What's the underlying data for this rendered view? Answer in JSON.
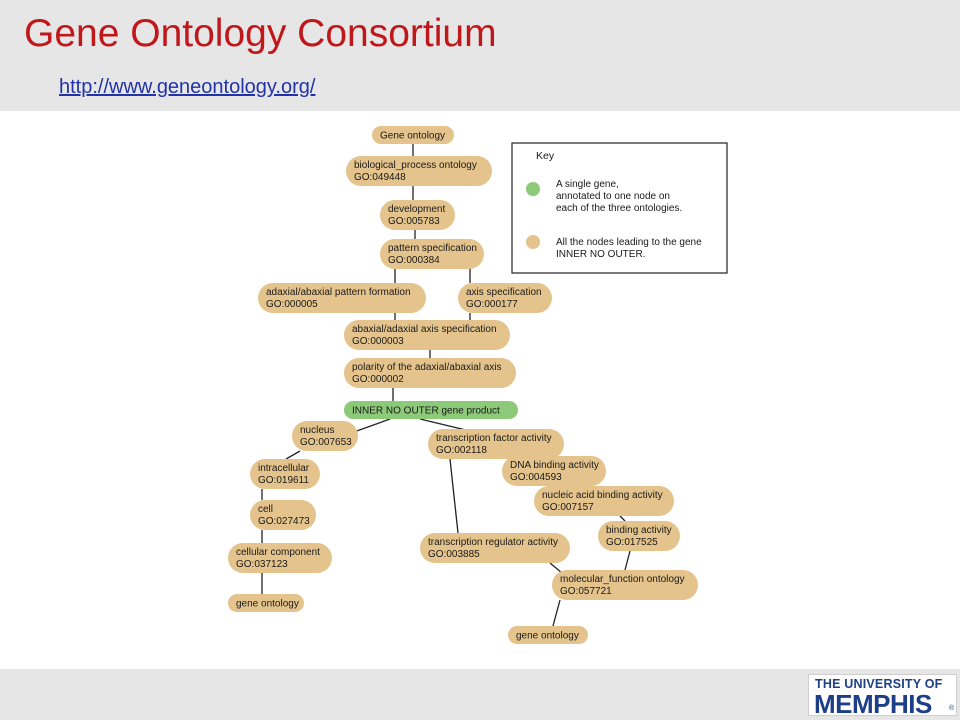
{
  "header": {
    "title": "Gene Ontology Consortium",
    "url": "http://www.geneontology.org/"
  },
  "diagram": {
    "key": {
      "title": "Key",
      "gene_desc": [
        "A single gene,",
        "annotated to one node on",
        "each of the three ontologies."
      ],
      "ancestor_desc": [
        "All the nodes leading to the gene",
        "INNER NO OUTER."
      ]
    },
    "nodes": {
      "gene_ontology_top": [
        "Gene ontology"
      ],
      "biological_process": [
        "biological_process ontology",
        "GO:049448"
      ],
      "development": [
        "development",
        "GO:005783"
      ],
      "pattern_spec": [
        "pattern specification",
        "GO:000384"
      ],
      "adaxial_pattern": [
        "adaxial/abaxial pattern formation",
        "GO:000005"
      ],
      "axis_spec": [
        "axis specification",
        "GO:000177"
      ],
      "abaxial_axis": [
        "abaxial/adaxial axis specification",
        "GO:000003"
      ],
      "polarity": [
        "polarity of the adaxial/abaxial axis",
        "GO:000002"
      ],
      "gene": [
        "INNER NO OUTER gene product"
      ],
      "nucleus": [
        "nucleus",
        "GO:007653"
      ],
      "intracellular": [
        "intracellular",
        "GO:019611"
      ],
      "cell": [
        "cell",
        "GO:027473"
      ],
      "cellular_component": [
        "cellular component",
        "GO:037123"
      ],
      "gene_ontology_left": [
        "gene ontology"
      ],
      "tf_activity": [
        "transcription factor activity",
        "GO:002118"
      ],
      "dna_binding": [
        "DNA binding activity",
        "GO:004593"
      ],
      "nucleic_acid": [
        "nucleic acid binding activity",
        "GO:007157"
      ],
      "binding": [
        "binding activity",
        "GO:017525"
      ],
      "tr_activity": [
        "transcription regulator activity",
        "GO:003885"
      ],
      "molecular_function": [
        "molecular_function ontology",
        "GO:057721"
      ],
      "gene_ontology_right": [
        "gene ontology"
      ]
    }
  },
  "colors": {
    "title": "#c0171b",
    "link": "#2233aa",
    "ancestor_node": "#e4c48c",
    "gene_node": "#8cc978",
    "edge": "#222222",
    "logo": "#1d3f87"
  },
  "footer": {
    "logo_line1": "THE UNIVERSITY OF",
    "logo_line2": "MEMPHIS",
    "logo_reg": "®"
  }
}
